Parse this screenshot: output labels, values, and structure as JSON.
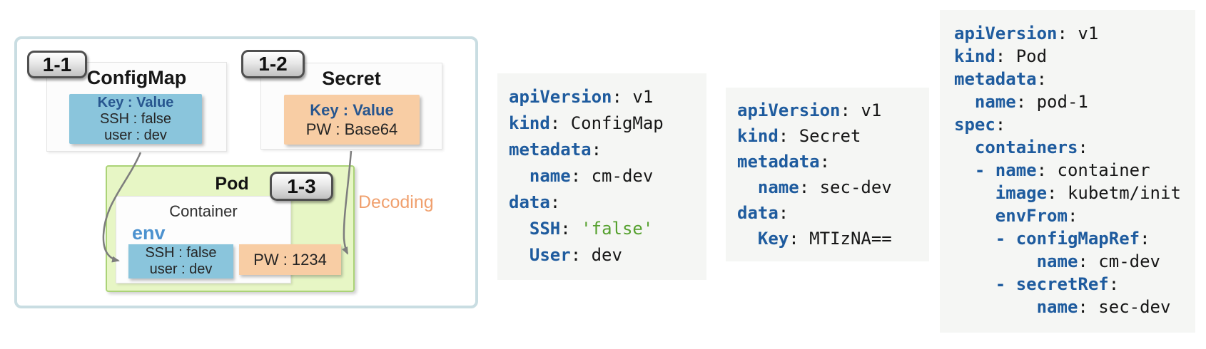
{
  "colors": {
    "code-bg": "#f5f6f4",
    "code-key": "#1e5b9e",
    "code-string": "#56a12f",
    "code-plain": "#161616",
    "blue-box": "#8ac5dc",
    "orange-box": "#f8cda4",
    "kv-head": "#27568f",
    "pod-green": "#e7f6c5",
    "pod-green-border": "#abd377",
    "env-blue": "#4d92cf",
    "decoding-orange": "#f0a06e",
    "arrow-gray": "#7d7d7d",
    "outer-border": "#c9dde2"
  },
  "diagram": {
    "badges": {
      "b1": "1-1",
      "b2": "1-2",
      "b3": "1-3"
    },
    "configmap": {
      "title": "ConfigMap",
      "rows": [
        "Key : Value",
        "SSH : false",
        "user : dev"
      ]
    },
    "secret": {
      "title": "Secret",
      "rows": [
        "Key : Value",
        "PW : Base64"
      ]
    },
    "pod": {
      "title": "Pod",
      "container_label": "Container",
      "env_label": "env",
      "env_rows": [
        "SSH : false",
        "user : dev"
      ],
      "pw_row": "PW : 1234"
    },
    "decoding_label": "Decoding"
  },
  "code_blocks": {
    "configmap": {
      "lines": [
        [
          [
            "k",
            "apiVersion"
          ],
          [
            "p",
            ": v1"
          ]
        ],
        [
          [
            "k",
            "kind"
          ],
          [
            "p",
            ": ConfigMap"
          ]
        ],
        [
          [
            "k",
            "metadata"
          ],
          [
            "p",
            ":"
          ]
        ],
        [
          [
            "p",
            "  "
          ],
          [
            "k",
            "name"
          ],
          [
            "p",
            ": cm-dev"
          ]
        ],
        [
          [
            "k",
            "data"
          ],
          [
            "p",
            ":"
          ]
        ],
        [
          [
            "p",
            "  "
          ],
          [
            "k",
            "SSH"
          ],
          [
            "p",
            ": "
          ],
          [
            "s",
            "'false'"
          ]
        ],
        [
          [
            "p",
            "  "
          ],
          [
            "k",
            "User"
          ],
          [
            "p",
            ": dev"
          ]
        ]
      ]
    },
    "secret": {
      "lines": [
        [
          [
            "k",
            "apiVersion"
          ],
          [
            "p",
            ": v1"
          ]
        ],
        [
          [
            "k",
            "kind"
          ],
          [
            "p",
            ": Secret"
          ]
        ],
        [
          [
            "k",
            "metadata"
          ],
          [
            "p",
            ":"
          ]
        ],
        [
          [
            "p",
            "  "
          ],
          [
            "k",
            "name"
          ],
          [
            "p",
            ": sec-dev"
          ]
        ],
        [
          [
            "k",
            "data"
          ],
          [
            "p",
            ":"
          ]
        ],
        [
          [
            "p",
            "  "
          ],
          [
            "k",
            "Key"
          ],
          [
            "p",
            ": MTIzNA=="
          ]
        ]
      ]
    },
    "pod": {
      "lines": [
        [
          [
            "k",
            "apiVersion"
          ],
          [
            "p",
            ": v1"
          ]
        ],
        [
          [
            "k",
            "kind"
          ],
          [
            "p",
            ": Pod"
          ]
        ],
        [
          [
            "k",
            "metadata"
          ],
          [
            "p",
            ":"
          ]
        ],
        [
          [
            "p",
            "  "
          ],
          [
            "k",
            "name"
          ],
          [
            "p",
            ": pod-1"
          ]
        ],
        [
          [
            "k",
            "spec"
          ],
          [
            "p",
            ":"
          ]
        ],
        [
          [
            "p",
            "  "
          ],
          [
            "k",
            "containers"
          ],
          [
            "p",
            ":"
          ]
        ],
        [
          [
            "p",
            "  "
          ],
          [
            "k",
            "- name"
          ],
          [
            "p",
            ": container"
          ]
        ],
        [
          [
            "p",
            "    "
          ],
          [
            "k",
            "image"
          ],
          [
            "p",
            ": kubetm/init"
          ]
        ],
        [
          [
            "p",
            "    "
          ],
          [
            "k",
            "envFrom"
          ],
          [
            "p",
            ":"
          ]
        ],
        [
          [
            "p",
            "    "
          ],
          [
            "k",
            "- configMapRef"
          ],
          [
            "p",
            ":"
          ]
        ],
        [
          [
            "p",
            "        "
          ],
          [
            "k",
            "name"
          ],
          [
            "p",
            ": cm-dev"
          ]
        ],
        [
          [
            "p",
            "    "
          ],
          [
            "k",
            "- secretRef"
          ],
          [
            "p",
            ":"
          ]
        ],
        [
          [
            "p",
            "        "
          ],
          [
            "k",
            "name"
          ],
          [
            "p",
            ": sec-dev"
          ]
        ]
      ]
    }
  }
}
